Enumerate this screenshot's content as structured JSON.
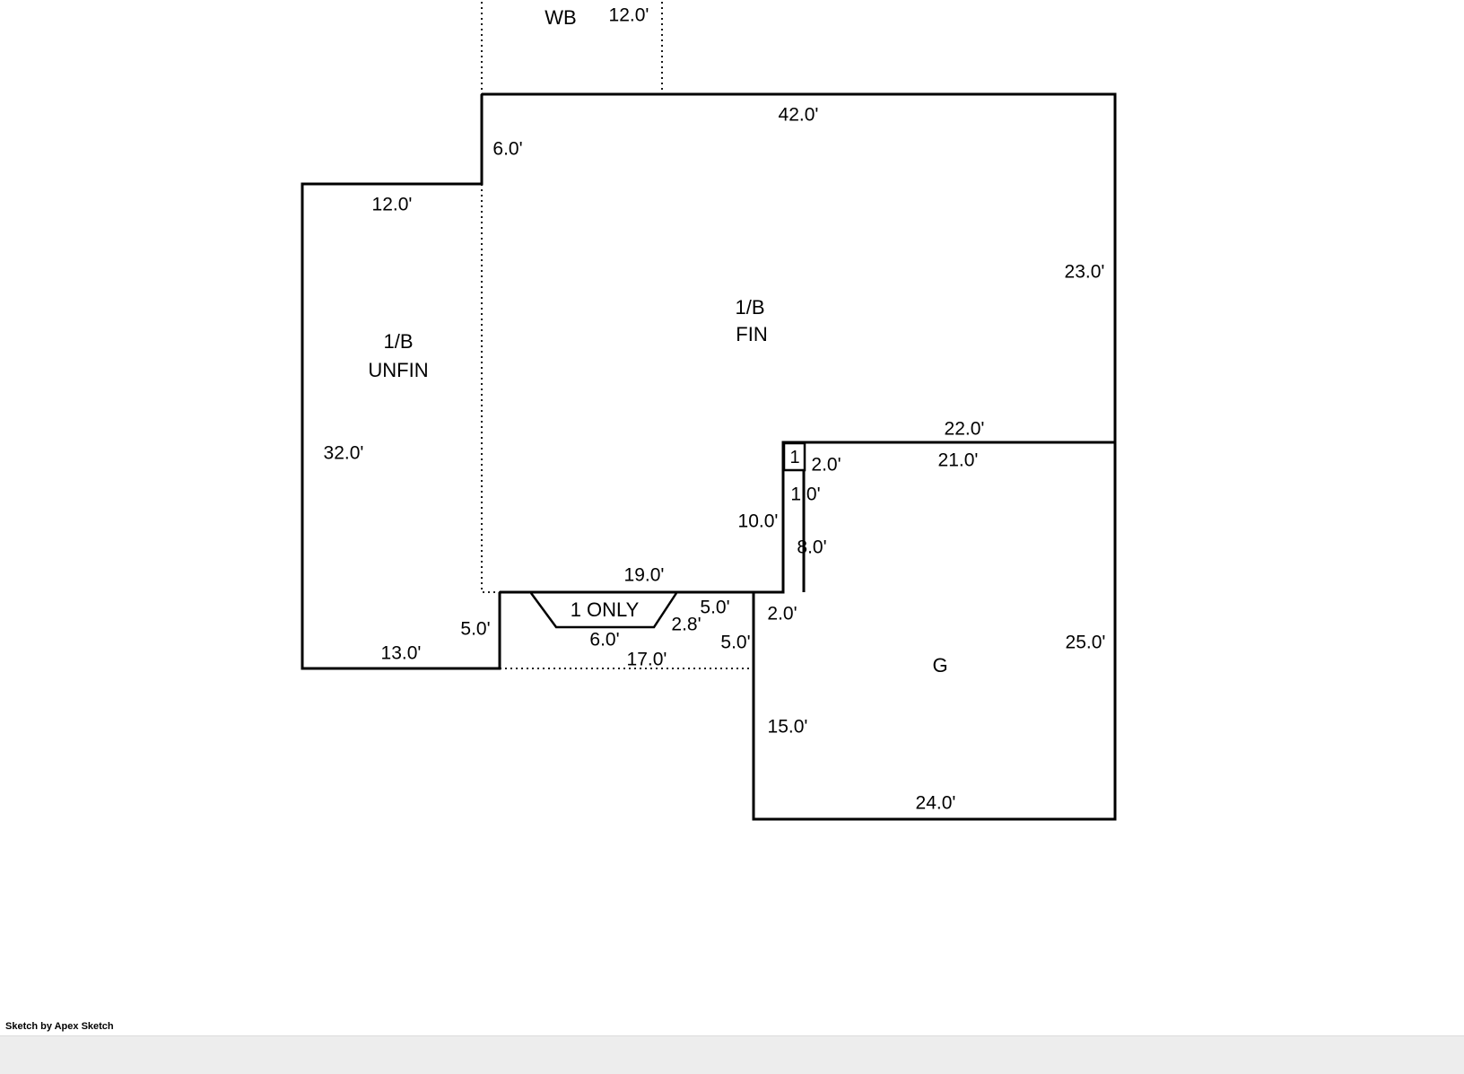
{
  "diagram": {
    "type": "floor-plan-sketch",
    "credit": "Sketch by Apex Sketch",
    "colors": {
      "line": "#000000",
      "background": "#ffffff",
      "footer_band": "#ededed"
    },
    "rooms": {
      "wb": "WB",
      "fin_line1": "1/B",
      "fin_line2": "FIN",
      "unfin_line1": "1/B",
      "unfin_line2": "UNFIN",
      "garage": "G",
      "porch": "1 ONLY",
      "stoop": "1"
    },
    "dims": [
      "12.0'",
      "42.0'",
      "6.0'",
      "12.0'",
      "23.0'",
      "32.0'",
      "22.0'",
      "21.0'",
      "2.0'",
      "1.0'",
      "10.0'",
      "8.0'",
      "19.0'",
      "5.0'",
      "2.8'",
      "2.0'",
      "5.0'",
      "6.0'",
      "5.0'",
      "13.0'",
      "17.0'",
      "25.0'",
      "15.0'",
      "24.0'"
    ]
  }
}
